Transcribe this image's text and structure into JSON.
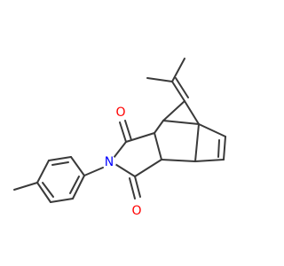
{
  "diagram": {
    "type": "chemical-structure",
    "atoms": {
      "o_top": "O",
      "o_bottom": "O",
      "n_imide": "N"
    },
    "colors": {
      "bond": "#3a3a3a",
      "oxygen": "#ff0000",
      "nitrogen": "#0000ff",
      "background": "#ffffff"
    }
  }
}
